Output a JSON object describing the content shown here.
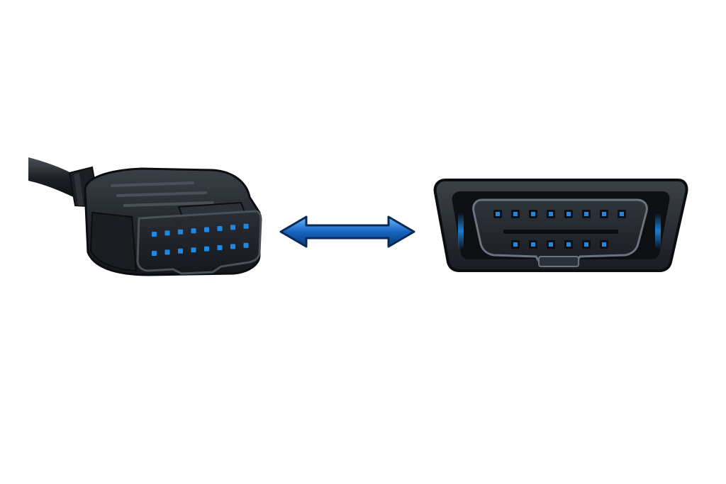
{
  "scene": {
    "background": "#ffffff",
    "male_connector": {
      "icon": "obd2-male-plug",
      "pins_top_row": 8,
      "pins_bottom_row": 8,
      "body_color": "#1f2329",
      "pin_color": "#1e88e5"
    },
    "arrow": {
      "icon": "double-headed-arrow",
      "color": "#1565c0"
    },
    "female_port": {
      "icon": "obd2-female-port",
      "pins_top_row": 8,
      "pins_bottom_row": 6,
      "body_color": "#23272e",
      "pin_color": "#1e88e5"
    }
  }
}
